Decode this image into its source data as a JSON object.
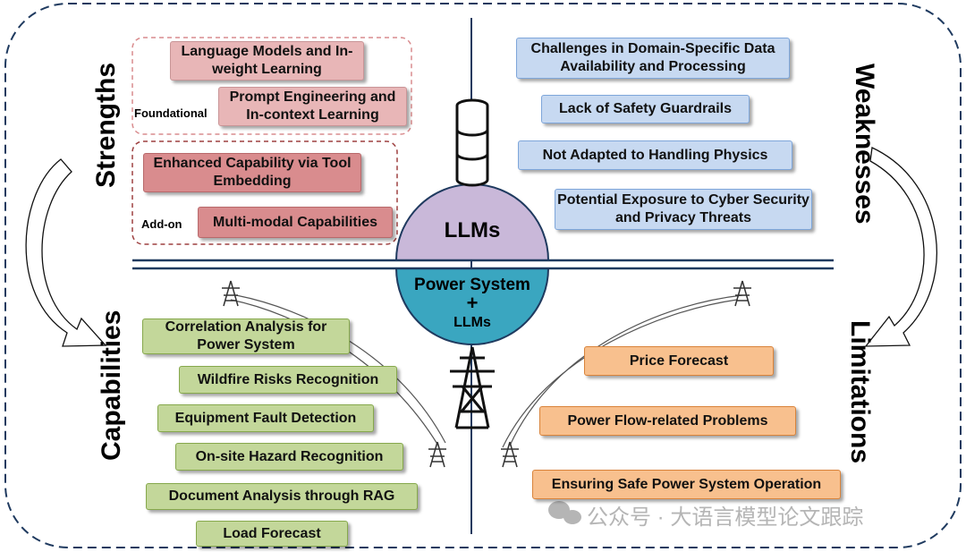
{
  "quadrants": {
    "strengths": "Strengths",
    "weaknesses": "Weaknesses",
    "capabilities": "Capabilities",
    "limitations": "Limitations"
  },
  "strengths": {
    "foundational_label": "Foundational",
    "addon_label": "Add-on",
    "items": [
      "Language Models and In-weight Learning",
      "Prompt Engineering and In-context Learning",
      "Enhanced Capability via Tool Embedding",
      "Multi-modal Capabilities"
    ]
  },
  "weaknesses": {
    "items": [
      "Challenges in Domain-Specific Data Availability and Processing",
      "Lack of Safety Guardrails",
      "Not Adapted to Handling Physics",
      "Potential Exposure to Cyber Security and Privacy Threats"
    ]
  },
  "capabilities": {
    "items": [
      "Correlation Analysis for Power System",
      "Wildfire Risks Recognition",
      "Equipment Fault Detection",
      "On-site Hazard  Recognition",
      "Document Analysis through RAG",
      "Load Forecast"
    ]
  },
  "limitations": {
    "items": [
      "Price Forecast",
      "Power Flow-related Problems",
      "Ensuring Safe Power System Operation"
    ]
  },
  "hub": {
    "top": "LLMs",
    "bottom_line1": "Power System",
    "bottom_plus": "+",
    "bottom_line2": "LLMs"
  },
  "watermark": "公众号 · 大语言模型论文跟踪",
  "icons": [
    "database-icon",
    "transmission-tower-icon",
    "wechat-icon"
  ],
  "colors": {
    "strength_light": "#e8b6b7",
    "strength_dark": "#d98c8e",
    "weakness": "#c7d9f1",
    "capability": "#c3d79a",
    "limitation": "#f8c08e",
    "hub_top": "#c9b8d9",
    "hub_bottom": "#3aa6c0",
    "divider": "#1f3a5f"
  }
}
